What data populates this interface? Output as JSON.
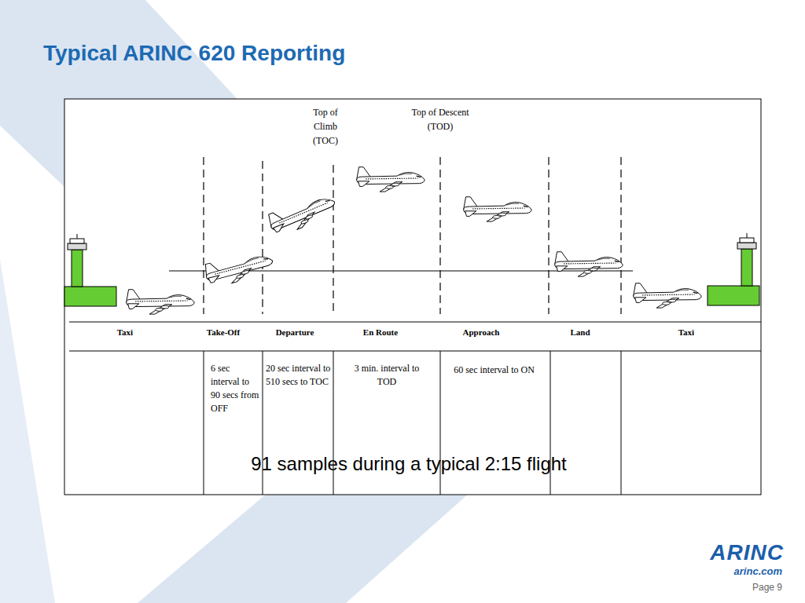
{
  "diagram": {
    "title": "Typical ARINC 620 Reporting",
    "labels": [
      "Top of Climb (TOC)",
      "Top of Descent (TOD)",
      "Taxi",
      "Take-Off",
      "Departure",
      "En Route",
      "Approach",
      "Land",
      "Taxi",
      "6 sec interval to 90 secs from OFF",
      "20 sec interval to 510 secs to TOC",
      "3 min. interval to TOD",
      "60 sec interval to ON",
      "91 samples during a typical 2:15 flight",
      "ARINC",
      "arinc.com",
      "Page 9"
    ]
  }
}
